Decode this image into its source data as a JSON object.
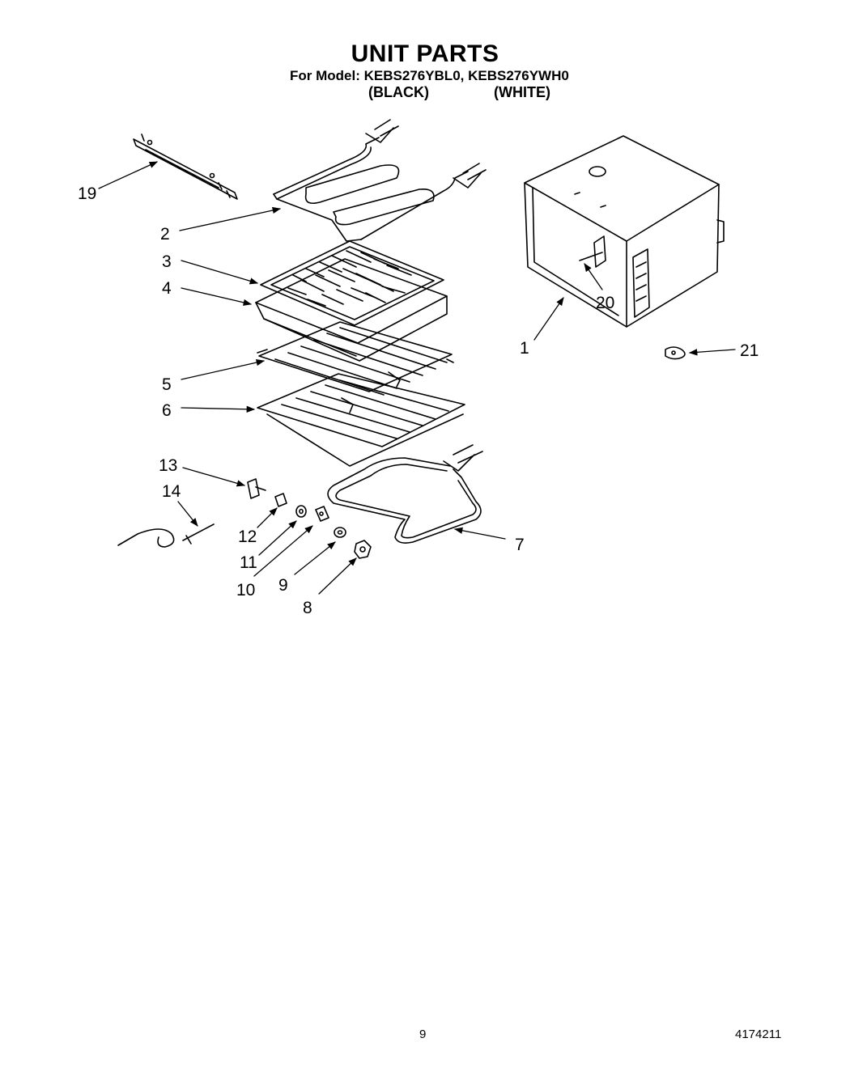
{
  "header": {
    "title": "UNIT PARTS",
    "model_line": "For Model: KEBS276YBL0, KEBS276YWH0",
    "variant_black": "(BLACK)",
    "variant_white": "(WHITE)"
  },
  "callouts": {
    "c1": "1",
    "c2": "2",
    "c3": "3",
    "c4": "4",
    "c5": "5",
    "c6": "6",
    "c7": "7",
    "c8": "8",
    "c9": "9",
    "c10": "10",
    "c11": "11",
    "c12": "12",
    "c13": "13",
    "c14": "14",
    "c19": "19",
    "c20": "20",
    "c21": "21"
  },
  "footer": {
    "page_number": "9",
    "doc_number": "4174211"
  }
}
